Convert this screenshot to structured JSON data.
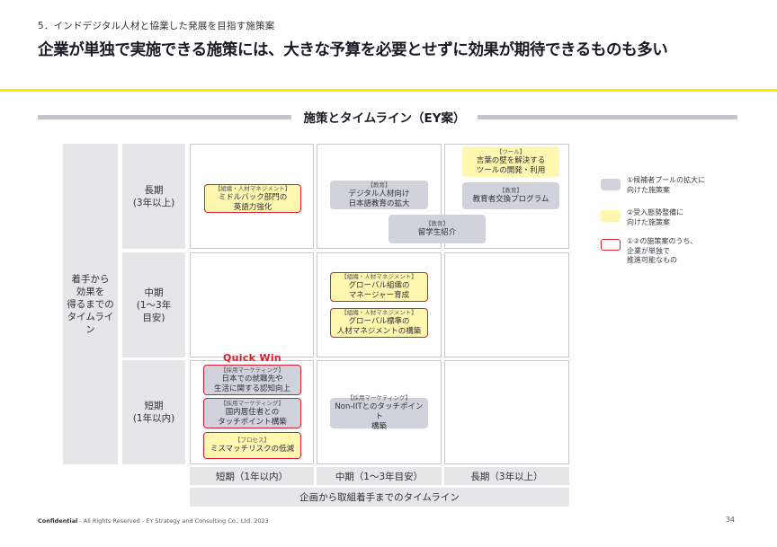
{
  "header": {
    "section": "5．インドデジタル人材と協業した発展を目指す施策案",
    "headline": "企業が単独で実施できる施策には、大きな予算を必要とせずに効果が期待できるものも多い"
  },
  "chart": {
    "title": "施策とタイムライン（EY案）",
    "y_axis_label": "着手から\n効果を\n得るまでの\nタイムライン",
    "rows": [
      "長期\n(3年以上)",
      "中期\n(1～3年\n目安)",
      "短期\n(1年以内)"
    ],
    "columns": [
      "短期（1年以内）",
      "中期（1～3年目安）",
      "長期（3年以上）"
    ],
    "x_axis_label": "企画から取組着手までのタイムライン",
    "quick_win": "Quick Win"
  },
  "cards": {
    "english": {
      "tag": "【組織・人材マネジメント】",
      "text": "ミドルバック部門の\n英語力強化"
    },
    "jp_edu": {
      "tag": "【教育】",
      "text": "デジタル人材向け\n日本語教育の拡大"
    },
    "study_abroad": {
      "tag": "【教育】",
      "text": "留学生紹介"
    },
    "tool": {
      "tag": "【ツール】",
      "text": "言葉の壁を解決する\nツールの開発・利用"
    },
    "exchange": {
      "tag": "【教育】",
      "text": "教育者交換プログラム"
    },
    "global_org": {
      "tag": "【組織・人材マネジメント】",
      "text": "グローバル組織の\nマネージャー育成"
    },
    "global_std": {
      "tag": "【組織・人材マネジメント】",
      "text": "グローバル標準の\n人材マネジメントの構築"
    },
    "jobs": {
      "tag": "【採用マーケティング】",
      "text": "日本での就職先や\n生活に関する認知向上"
    },
    "touch_domestic": {
      "tag": "【採用マーケティング】",
      "text": "国内居住者との\nタッチポイント構築"
    },
    "mismatch": {
      "tag": "【プロセス】",
      "text": "ミスマッチリスクの低減"
    },
    "touch_nonit": {
      "tag": "【採用マーケティング】",
      "text": "Non-IITとのタッチポイント\n構築"
    }
  },
  "legend": [
    {
      "text": "①候補者プールの拡大に\n向けた施策案",
      "color": "#d2d2dc"
    },
    {
      "text": "②受入態勢整備に\n向けた施策案",
      "color": "#fff6b0"
    },
    {
      "text": "①②の施策案のうち、\n企業が単独で\n推進可能なもの",
      "color": "#d81f2f"
    }
  ],
  "footer": {
    "confidential": "Confidential",
    "copyright": " - All Rights Reserved - EY Strategy and Consulting Co., Ltd. 2023",
    "page": "34"
  }
}
